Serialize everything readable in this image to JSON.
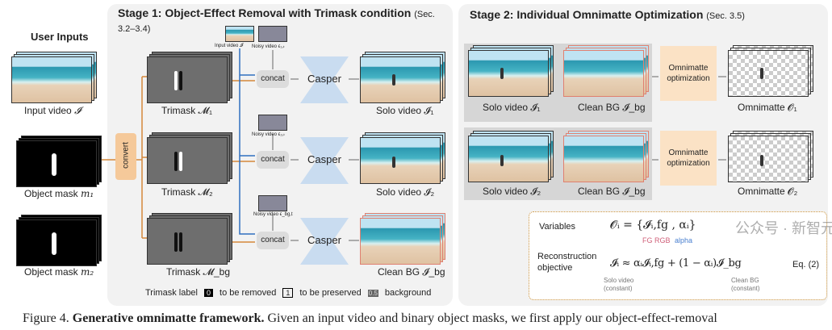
{
  "user_inputs": {
    "title": "User Inputs",
    "input_video": "Input video",
    "input_video_sym": "𝓘",
    "mask1": "Object mask",
    "mask1_sym": "m₁",
    "mask2": "Object mask",
    "mask2_sym": "m₂",
    "convert": "convert"
  },
  "stage1": {
    "title": "Stage 1: Object-Effect Removal with Trimask condition",
    "section": "(Sec. 3.2–3.4)",
    "input_thumb": "Input video 𝓘",
    "noisy": [
      "Noisy video ϵ₁,ₜ",
      "Noisy video ϵ₂,ₜ",
      "Noisy video ϵ_bg,t"
    ],
    "trimasks": [
      "Trimask 𝓜₁",
      "Trimask 𝓜₂",
      "Trimask 𝓜_bg"
    ],
    "concat": "concat",
    "model": "Casper",
    "outputs": [
      "Solo video 𝓘₁",
      "Solo video 𝓘₂",
      "Clean BG 𝓘_bg"
    ],
    "legend": {
      "title": "Trimask label",
      "items": [
        {
          "key": "0",
          "text": "to be removed"
        },
        {
          "key": "1",
          "text": "to be preserved"
        },
        {
          "key": "0.5",
          "text": "background"
        }
      ]
    }
  },
  "stage2": {
    "title": "Stage 2: Individual Omnimatte Optimization",
    "section": "(Sec. 3.5)",
    "rows": [
      {
        "solo": "Solo video 𝓘₁",
        "bg": "Clean BG 𝓘_bg",
        "opt": "Omnimatte optimization",
        "out": "Omnimatte 𝓞₁"
      },
      {
        "solo": "Solo video 𝓘₂",
        "bg": "Clean BG 𝓘_bg",
        "opt": "Omnimatte optimization",
        "out": "Omnimatte 𝓞₂"
      }
    ],
    "detail": {
      "variables_label": "Variables",
      "variables_eq": "𝓞ᵢ = {𝓘ᵢ,fg , αᵢ}",
      "fg_rgb": "FG RGB",
      "alpha": "alpha",
      "recon_label_1": "Reconstruction",
      "recon_label_2": "objective",
      "recon_eq": "𝓘ᵢ ≈ αᵢ𝓘ᵢ,fg + (1 − αᵢ)𝓘_bg",
      "eq_num": "Eq. (2)",
      "solo_note": "Solo video (constant)",
      "bg_note": "Clean BG (constant)"
    }
  },
  "watermark": "公众号 · 新智元",
  "caption": {
    "prefix": "Figure 4.",
    "bold": "Generative omnimatte framework.",
    "text": "Given an input video and binary object masks, we first apply our object-effect-removal"
  },
  "colors": {
    "orange": "#d4883a",
    "blue": "#2f6fc0",
    "fg": "#d0607a",
    "alpha": "#4a80d0"
  }
}
